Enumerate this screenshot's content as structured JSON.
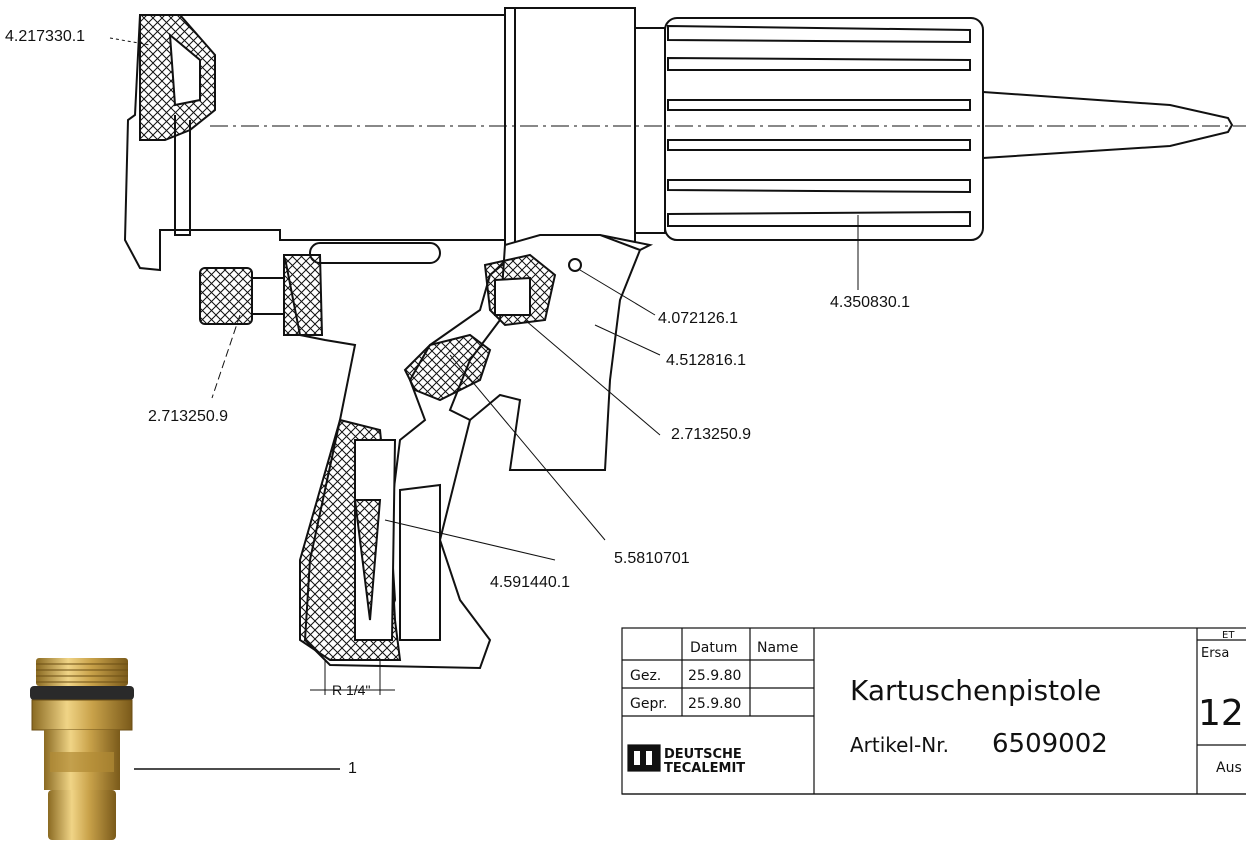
{
  "part_labels": [
    {
      "text": "4.217330.1"
    },
    {
      "text": "2.713250.9"
    },
    {
      "text": "4.072126.1"
    },
    {
      "text": "4.350830.1"
    },
    {
      "text": "4.512816.1"
    },
    {
      "text": "2.713250.9"
    },
    {
      "text": "5.5810701"
    },
    {
      "text": "4.591440.1"
    },
    {
      "text": "1"
    }
  ],
  "thread_label": "R 1/4\"",
  "title_block": {
    "col_datum": "Datum",
    "col_name": "Name",
    "row1_label": "Gez.",
    "row1_date": "25.9.80",
    "row2_label": "Gepr.",
    "row2_date": "25.9.80",
    "logo_line1": "DEUTSCHE",
    "logo_line2": "TECALEMIT",
    "title": "Kartuschenpistole",
    "article_label": "Artikel-Nr.",
    "article_number": "6509002",
    "right_top": "ET",
    "right_ersatz": "Ersa",
    "right_number": "12",
    "right_aus": "Aus"
  },
  "colors": {
    "line": "#111111",
    "brass": "#c9a24a",
    "brass_dark": "#8a6a22",
    "ring": "#2a2a2a"
  }
}
